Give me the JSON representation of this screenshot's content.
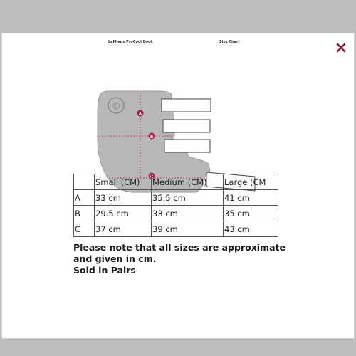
{
  "modal": {
    "close_icon": "close-x-icon",
    "close_color": "#8b1a2f"
  },
  "image": {
    "left_title": "LeMieux ProCool Boot",
    "right_title": "Size Chart",
    "markers": [
      "A",
      "B",
      "C"
    ],
    "marker_color": "#b0174a"
  },
  "size_table": {
    "headers": [
      "",
      "Small (CM)",
      "Medium (CM)",
      "Large (CM"
    ],
    "rows": [
      [
        "A",
        "33 cm",
        "35.5 cm",
        "41 cm"
      ],
      [
        "B",
        "29.5 cm",
        "33 cm",
        "35 cm"
      ],
      [
        "C",
        "37 cm",
        "39 cm",
        "43 cm"
      ]
    ]
  },
  "note": {
    "line1": "Please note that all sizes are approximate",
    "line2": "and given in cm.",
    "line3": "Sold in Pairs"
  }
}
